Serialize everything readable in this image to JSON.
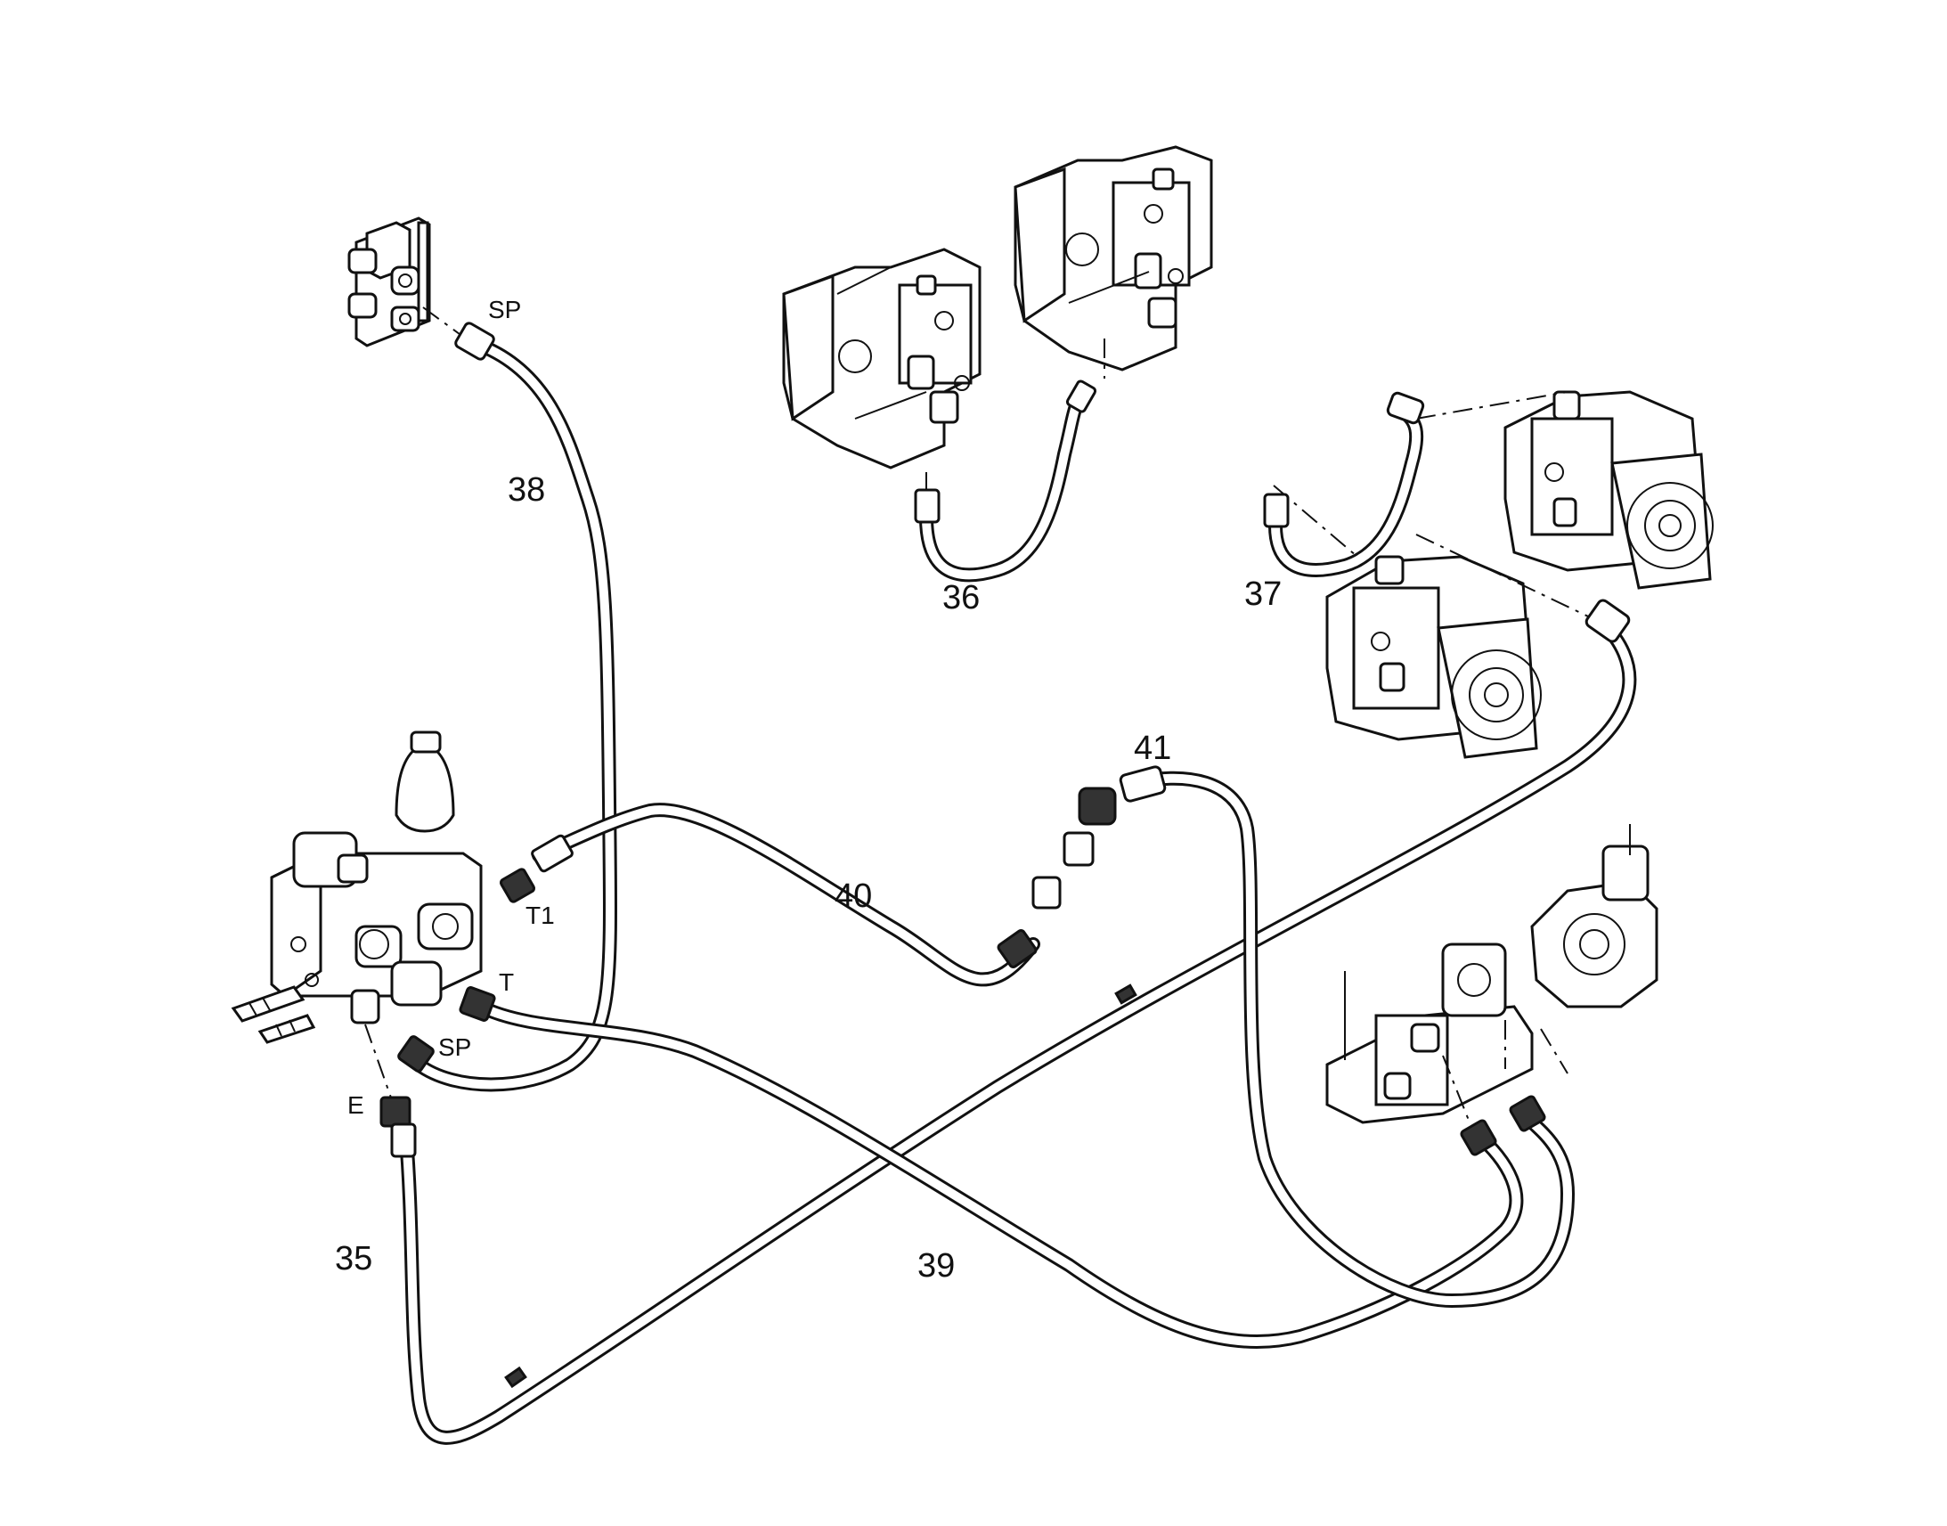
{
  "labels": {
    "hose_35": "35",
    "hose_36": "36",
    "hose_37": "37",
    "hose_38": "38",
    "hose_39": "39",
    "hose_40": "40",
    "hose_41": "41"
  },
  "ports": {
    "sp_top": "SP",
    "sp_bottom": "SP",
    "t1": "T1",
    "t": "T",
    "e": "E"
  },
  "colors": {
    "line": "#111111",
    "background": "#ffffff"
  }
}
